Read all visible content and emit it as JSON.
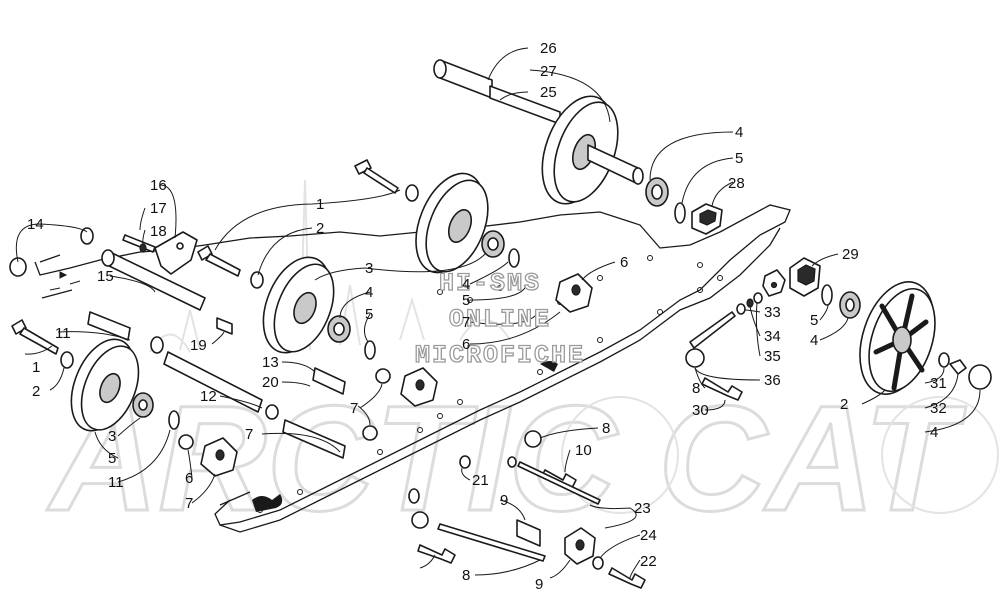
{
  "watermark": {
    "lines": [
      "HI-SMS",
      "ONLINE",
      "MICROFICHE"
    ],
    "brand": "ARCTIC CAT"
  },
  "colors": {
    "ink": "#1a1a1a",
    "watermark_outline": "#9a9a9a",
    "brand_ghost": "#dcdcdc"
  },
  "callouts": [
    "26",
    "27",
    "25",
    "4",
    "5",
    "28",
    "16",
    "17",
    "18",
    "14",
    "1",
    "2",
    "15",
    "3",
    "4",
    "5",
    "6",
    "4",
    "5",
    "7",
    "6",
    "29",
    "11",
    "19",
    "13",
    "20",
    "12",
    "33",
    "34",
    "35",
    "36",
    "5",
    "4",
    "1",
    "2",
    "7",
    "8",
    "30",
    "2",
    "31",
    "32",
    "4",
    "3",
    "5",
    "11",
    "7",
    "6",
    "7",
    "8",
    "10",
    "21",
    "9",
    "23",
    "24",
    "22",
    "9",
    "8"
  ]
}
